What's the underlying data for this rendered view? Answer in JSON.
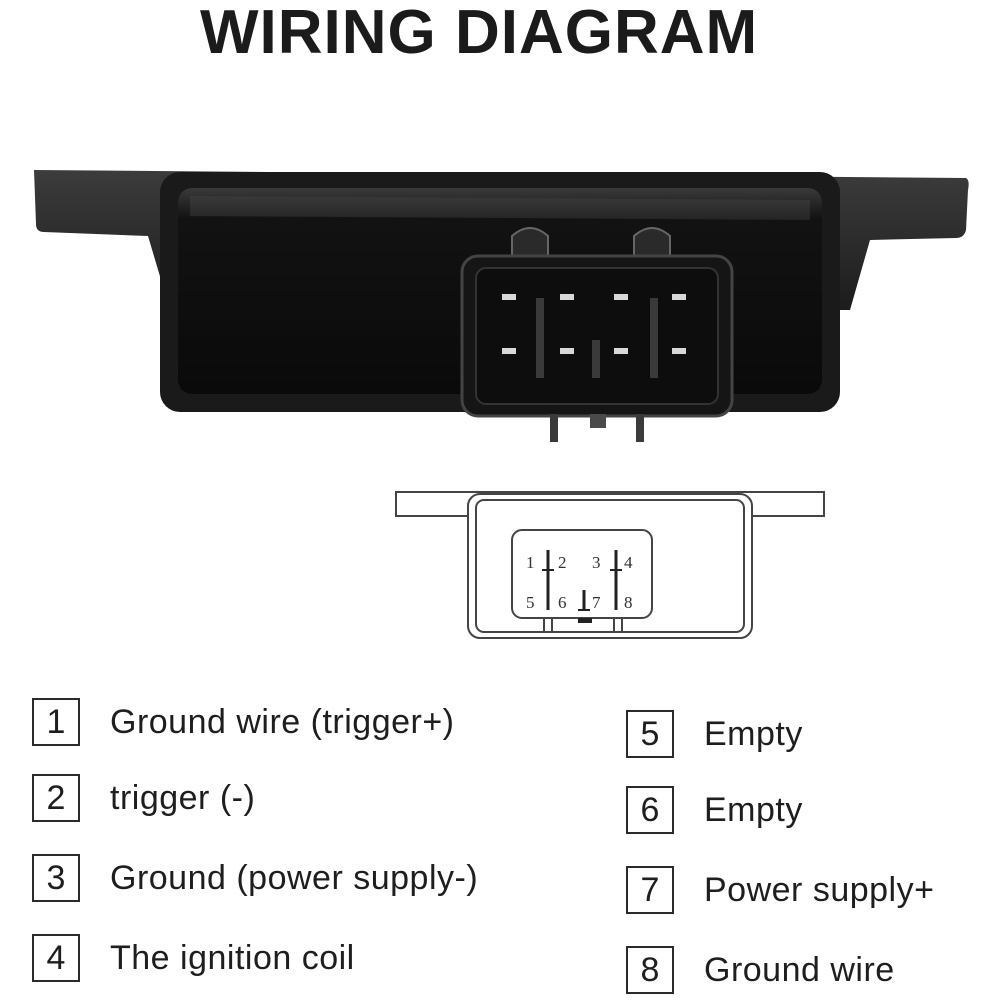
{
  "title": "WIRING DIAGRAM",
  "schematic": {
    "pins": [
      "1",
      "2",
      "3",
      "4",
      "5",
      "6",
      "7",
      "8"
    ]
  },
  "legend": [
    {
      "num": "1",
      "label": "Ground wire (trigger+)"
    },
    {
      "num": "2",
      "label": "trigger (-)"
    },
    {
      "num": "3",
      "label": "Ground (power supply-)"
    },
    {
      "num": "4",
      "label": "The ignition coil"
    },
    {
      "num": "5",
      "label": "Empty"
    },
    {
      "num": "6",
      "label": "Empty"
    },
    {
      "num": "7",
      "label": "Power supply+"
    },
    {
      "num": "8",
      "label": "Ground wire"
    }
  ]
}
